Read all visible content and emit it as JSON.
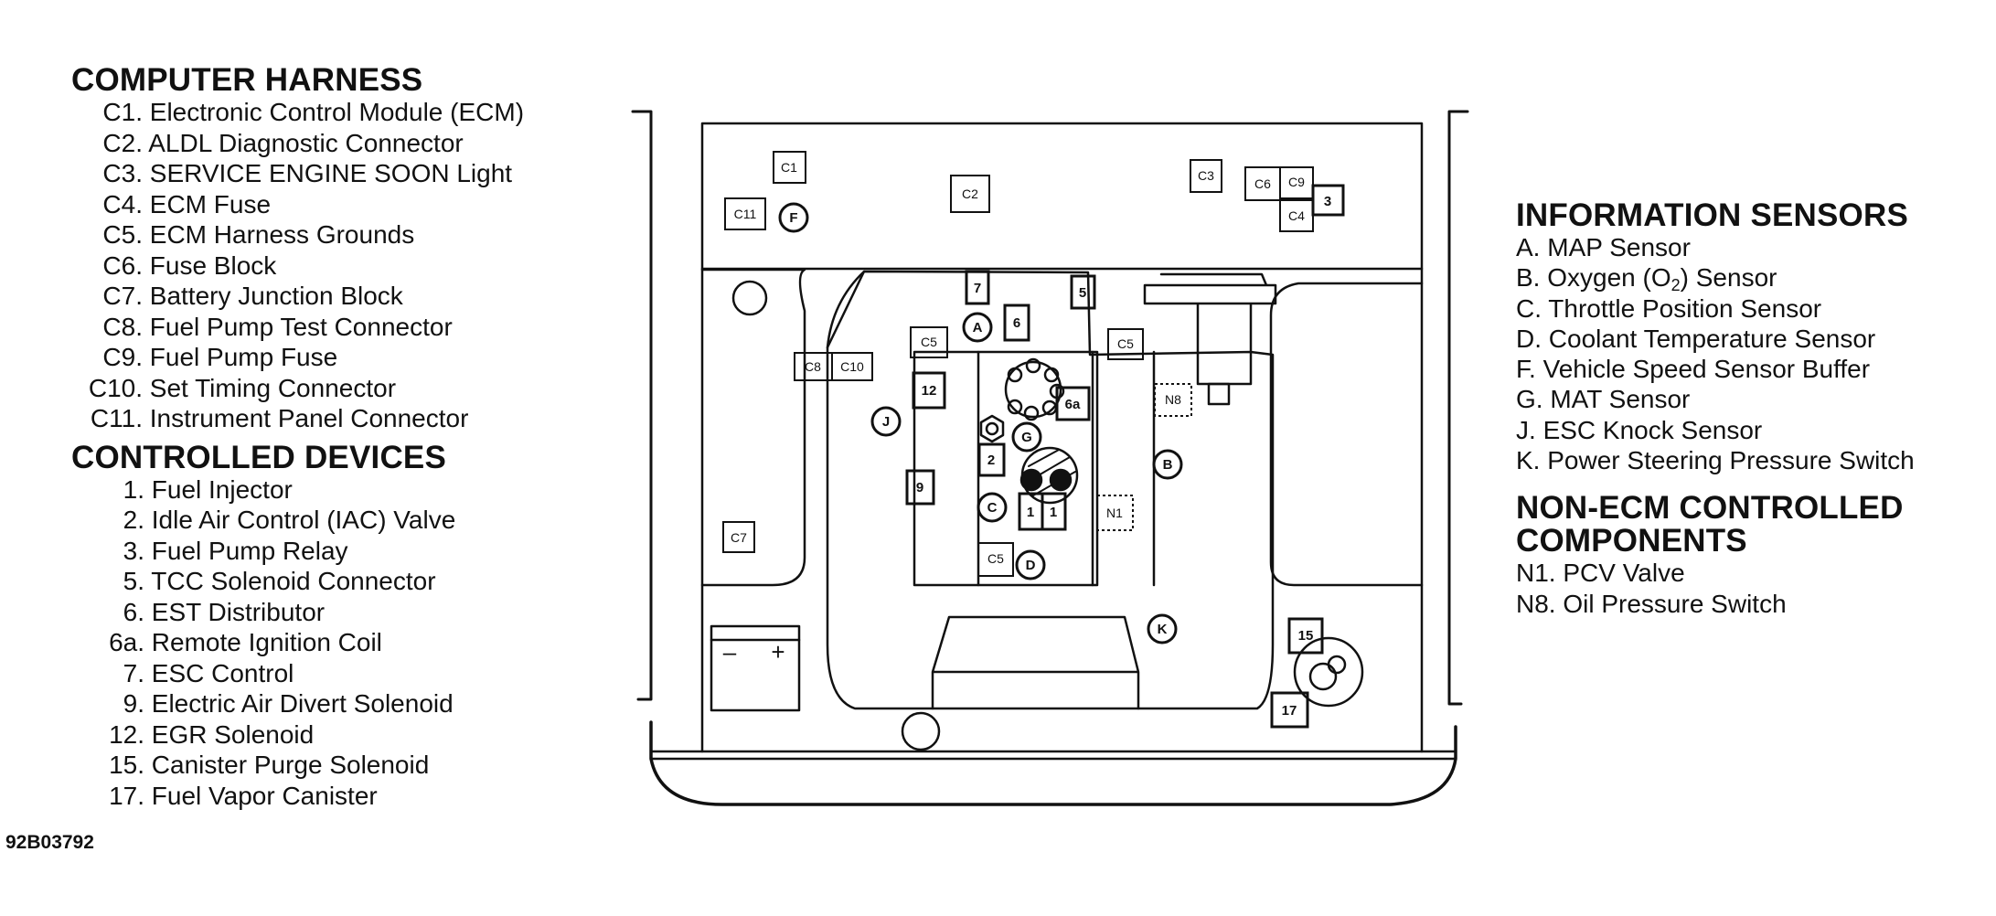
{
  "computer_harness": {
    "heading": "COMPUTER HARNESS",
    "items": [
      {
        "code": "C1.",
        "text": "Electronic Control Module (ECM)"
      },
      {
        "code": "C2.",
        "text": "ALDL Diagnostic Connector"
      },
      {
        "code": "C3.",
        "text": "SERVICE ENGINE SOON Light"
      },
      {
        "code": "C4.",
        "text": "ECM Fuse"
      },
      {
        "code": "C5.",
        "text": "ECM Harness Grounds"
      },
      {
        "code": "C6.",
        "text": "Fuse Block"
      },
      {
        "code": "C7.",
        "text": "Battery Junction Block"
      },
      {
        "code": "C8.",
        "text": "Fuel Pump Test Connector"
      },
      {
        "code": "C9.",
        "text": "Fuel Pump Fuse"
      },
      {
        "code": "C10.",
        "text": "Set Timing Connector"
      },
      {
        "code": "C11.",
        "text": "Instrument Panel Connector"
      }
    ]
  },
  "controlled_devices": {
    "heading": "CONTROLLED DEVICES",
    "items": [
      {
        "code": "1.",
        "text": "Fuel Injector"
      },
      {
        "code": "2.",
        "text": "Idle Air Control (IAC) Valve"
      },
      {
        "code": "3.",
        "text": "Fuel Pump Relay"
      },
      {
        "code": "5.",
        "text": "TCC Solenoid Connector"
      },
      {
        "code": "6.",
        "text": "EST Distributor"
      },
      {
        "code": "6a.",
        "text": "Remote Ignition Coil"
      },
      {
        "code": "7.",
        "text": "ESC Control"
      },
      {
        "code": "9.",
        "text": "Electric Air Divert Solenoid"
      },
      {
        "code": "12.",
        "text": "EGR Solenoid"
      },
      {
        "code": "15.",
        "text": "Canister Purge Solenoid"
      },
      {
        "code": "17.",
        "text": "Fuel Vapor Canister"
      }
    ]
  },
  "doc_id": "92B03792",
  "information_sensors": {
    "heading": "INFORMATION SENSORS",
    "items": [
      {
        "code": "A.",
        "text": "MAP Sensor"
      },
      {
        "code": "B.",
        "text": "Oxygen (O",
        "sub": "2",
        "after": ") Sensor"
      },
      {
        "code": "C.",
        "text": "Throttle Position Sensor"
      },
      {
        "code": "D.",
        "text": "Coolant Temperature Sensor"
      },
      {
        "code": "F.",
        "text": "Vehicle Speed Sensor Buffer"
      },
      {
        "code": "G.",
        "text": "MAT Sensor"
      },
      {
        "code": "J.",
        "text": "ESC Knock Sensor"
      },
      {
        "code": "K.",
        "text": "Power Steering Pressure Switch"
      }
    ]
  },
  "non_ecm": {
    "heading_line1": "NON-ECM CONTROLLED",
    "heading_line2": "COMPONENTS",
    "items": [
      {
        "code": "N1.",
        "text": "PCV Valve"
      },
      {
        "code": "N8.",
        "text": "Oil Pressure Switch"
      }
    ]
  },
  "diagram_labels": {
    "C1": "C1",
    "C2": "C2",
    "C3": "C3",
    "C4": "C4",
    "C5": "C5",
    "C6": "C6",
    "C7": "C7",
    "C8": "C8",
    "C9": "C9",
    "C10": "C10",
    "C11": "C11",
    "n3": "3",
    "n5": "5",
    "n6": "6",
    "n6a": "6a",
    "n7": "7",
    "n9": "9",
    "n12": "12",
    "n2": "2",
    "n1": "1",
    "n15": "15",
    "n17": "17",
    "N1": "N1",
    "N8": "N8",
    "A": "A",
    "B": "B",
    "C": "C",
    "D": "D",
    "F": "F",
    "G": "G",
    "J": "J",
    "K": "K",
    "battery_minus": "–",
    "battery_plus": "+"
  }
}
